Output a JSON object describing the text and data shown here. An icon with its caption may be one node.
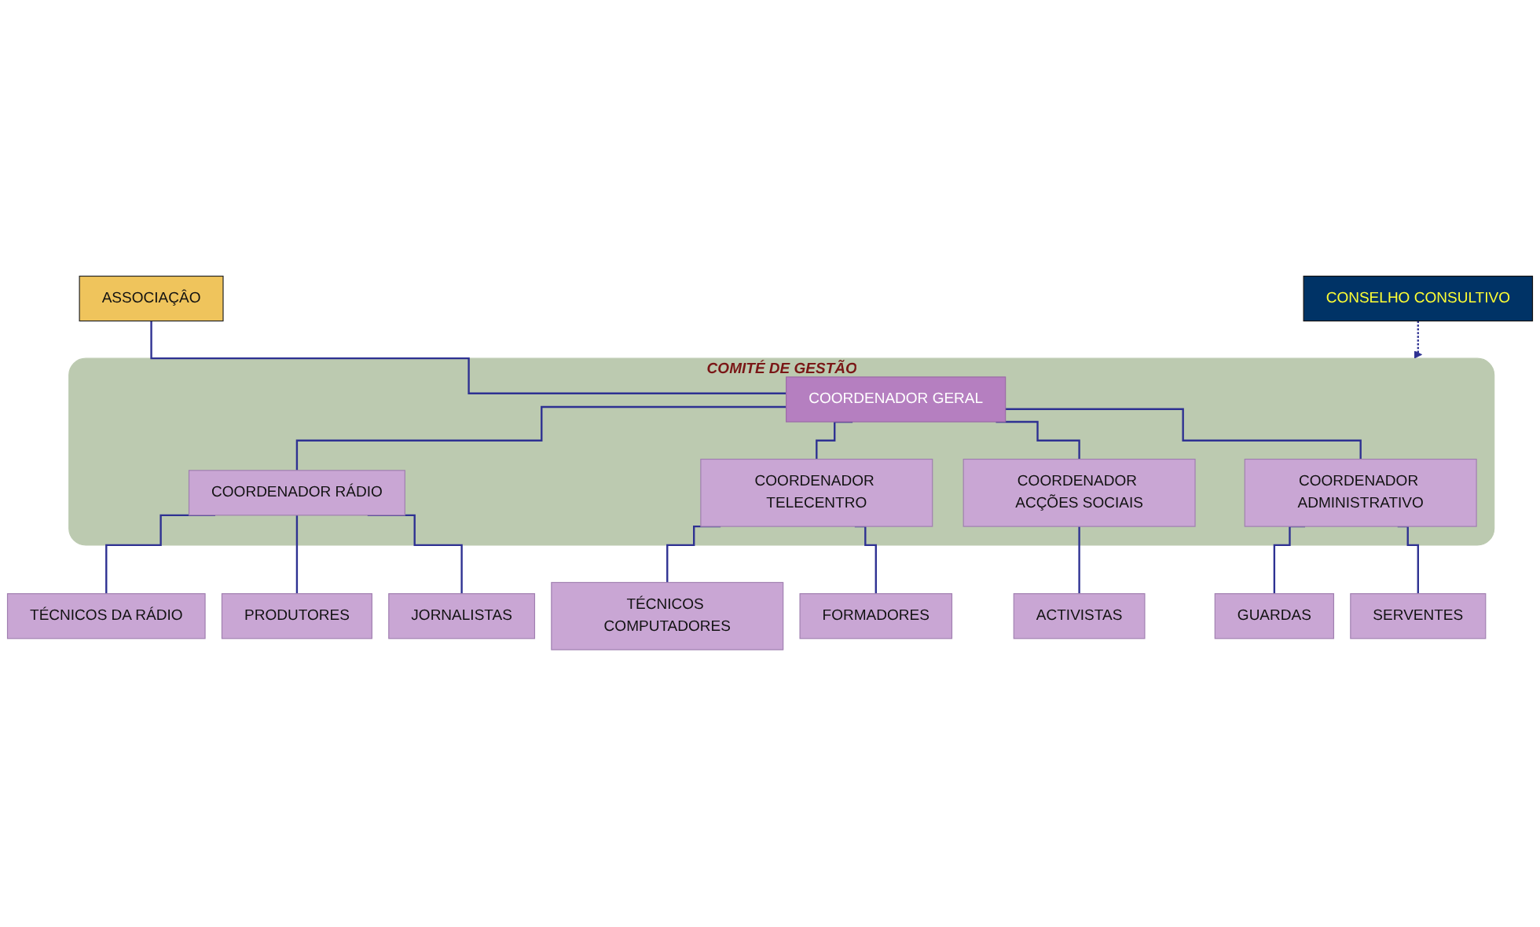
{
  "diagram": {
    "nodes": [
      {
        "text": [
          "ASSOCIAÇÂO"
        ]
      },
      {
        "text": [
          "CONSELHO CONSULTIVO"
        ]
      },
      {
        "text": [
          "COMITÉ DE GESTÃO"
        ]
      },
      {
        "text": [
          "COORDENADOR GERAL"
        ],
        "in": 2
      },
      {
        "text": [
          "COORDENADOR RÁDIO"
        ],
        "in": 2
      },
      {
        "text": [
          "COORDENADOR TELECENTRO"
        ],
        "in": 2
      },
      {
        "text": [
          "COORDENADOR ACÇÕES SOCIAIS"
        ],
        "in": 2
      },
      {
        "text": [
          "COORDENADOR ADMINISTRATIVO"
        ],
        "in": 2
      },
      {
        "text": [
          "TÉCNICOS DA RÁDIO"
        ]
      },
      {
        "text": [
          "PRODUTORES"
        ]
      },
      {
        "text": [
          "JORNALISTAS"
        ]
      },
      {
        "text": [
          "TÉCNICOS COMPUTADORES"
        ]
      },
      {
        "text": [
          "FORMADORES"
        ]
      },
      {
        "text": [
          "ACTIVISTAS"
        ]
      },
      {
        "text": [
          "GUARDAS"
        ]
      },
      {
        "text": [
          "SERVENTES"
        ]
      }
    ],
    "edges": [
      {
        "from": 0,
        "to": 3,
        "arrow": "none"
      },
      {
        "from": 1,
        "to": 2,
        "arrow": "to",
        "style": "dashed"
      },
      {
        "from": 3,
        "to": 4,
        "arrow": "none"
      },
      {
        "from": 3,
        "to": 5,
        "arrow": "none"
      },
      {
        "from": 3,
        "to": 6,
        "arrow": "none"
      },
      {
        "from": 3,
        "to": 7,
        "arrow": "none"
      },
      {
        "from": 4,
        "to": 8,
        "arrow": "none"
      },
      {
        "from": 4,
        "to": 9,
        "arrow": "none"
      },
      {
        "from": 4,
        "to": 10,
        "arrow": "none"
      },
      {
        "from": 5,
        "to": 11,
        "arrow": "none"
      },
      {
        "from": 5,
        "to": 12,
        "arrow": "none"
      },
      {
        "from": 6,
        "to": 13,
        "arrow": "none"
      },
      {
        "from": 7,
        "to": 14,
        "arrow": "none"
      },
      {
        "from": 7,
        "to": 15,
        "arrow": "none"
      }
    ]
  }
}
